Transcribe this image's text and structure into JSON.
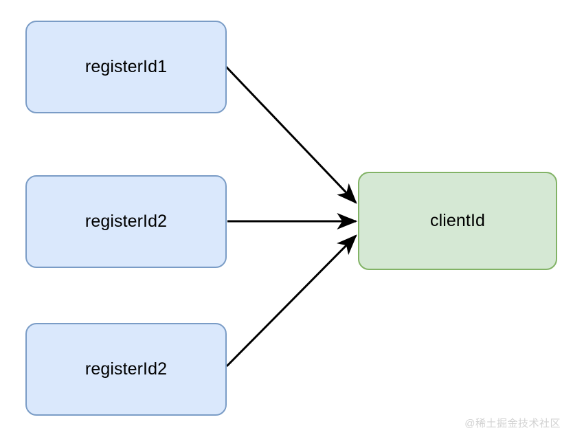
{
  "diagram": {
    "type": "flow",
    "background_color": "#ffffff",
    "nodes": [
      {
        "id": "register-1",
        "label": "registerId1",
        "role": "source",
        "fill_color": "#dae8fc",
        "stroke_color": "#7a9cc6"
      },
      {
        "id": "register-2",
        "label": "registerId2",
        "role": "source",
        "fill_color": "#dae8fc",
        "stroke_color": "#7a9cc6"
      },
      {
        "id": "register-3",
        "label": "registerId2",
        "role": "source",
        "fill_color": "#dae8fc",
        "stroke_color": "#7a9cc6"
      },
      {
        "id": "client",
        "label": "clientId",
        "role": "target",
        "fill_color": "#d5e8d4",
        "stroke_color": "#82b366"
      }
    ],
    "edges": [
      {
        "id": "edge-1",
        "from": "register-1",
        "to": "client",
        "style": "solid",
        "arrow": "single",
        "color": "#000000"
      },
      {
        "id": "edge-2",
        "from": "register-2",
        "to": "client",
        "style": "solid",
        "arrow": "single",
        "color": "#000000"
      },
      {
        "id": "edge-3",
        "from": "register-3",
        "to": "client",
        "style": "solid",
        "arrow": "single",
        "color": "#000000"
      }
    ]
  },
  "watermark": {
    "text": "@稀土掘金技术社区",
    "color": "#d2d2d2"
  }
}
